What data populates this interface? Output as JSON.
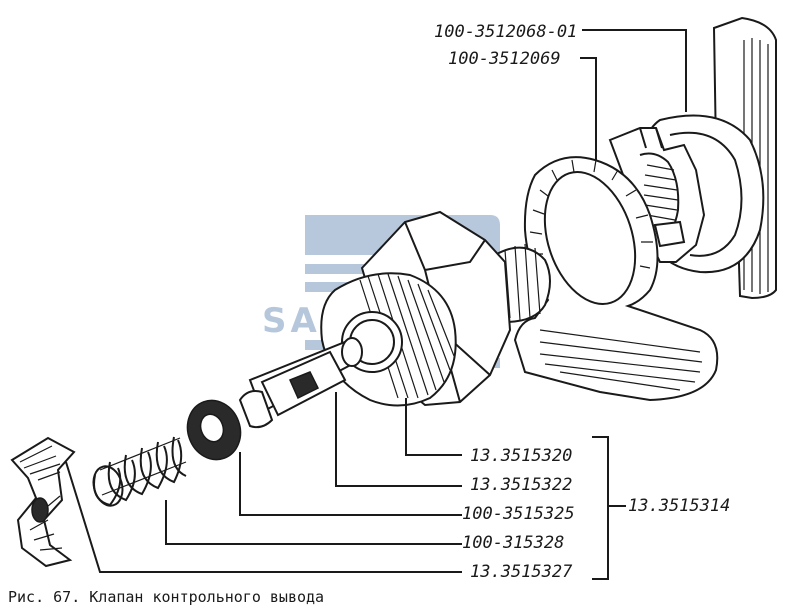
{
  "labels": [
    {
      "id": "n1",
      "text": "100-3512068-01"
    },
    {
      "id": "n2",
      "text": "100-3512069"
    },
    {
      "id": "n3",
      "text": "13.3515320"
    },
    {
      "id": "n4",
      "text": "13.3515322"
    },
    {
      "id": "n5",
      "text": "100-3515325"
    },
    {
      "id": "n6",
      "text": "100-315328"
    },
    {
      "id": "n7",
      "text": "13.3515327"
    }
  ],
  "assembly_label": "13.3515314",
  "caption": "Рис. 67. Клапан контрольного вывода",
  "watermark": "SAMTAS",
  "colors": {
    "ink": "#1a1a1a",
    "watermark": "#7e9bbf"
  }
}
